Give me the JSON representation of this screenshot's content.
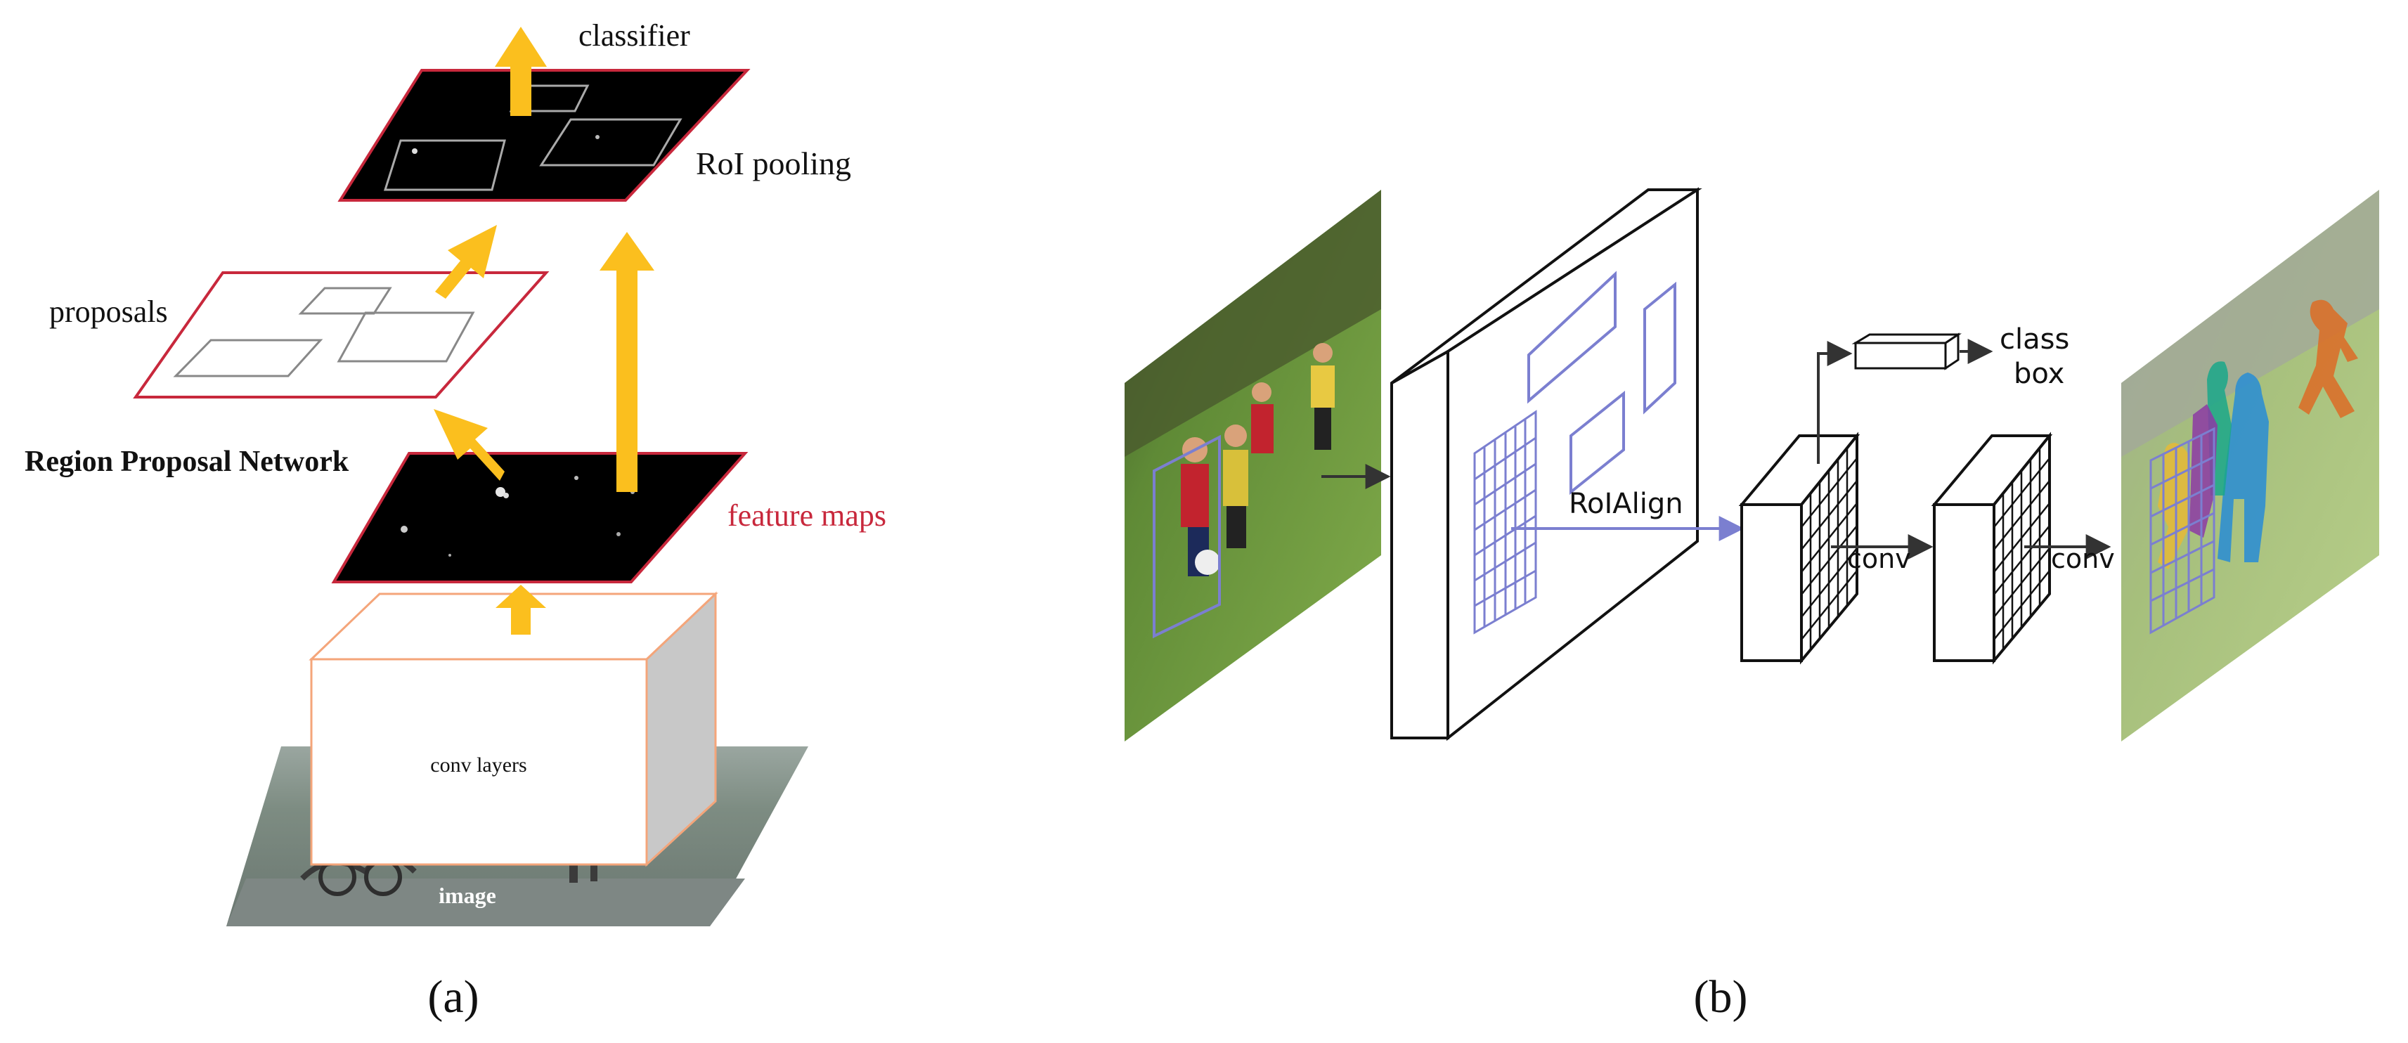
{
  "panel_a": {
    "caption": "(a)",
    "labels": {
      "classifier": "classifier",
      "roi_pooling": "RoI pooling",
      "proposals": "proposals",
      "rpn": "Region Proposal Network",
      "feature_maps": "feature maps",
      "conv_layers": "conv layers",
      "image": "image"
    }
  },
  "panel_b": {
    "caption": "(b)",
    "labels": {
      "roialign": "RoIAlign",
      "conv_1": "conv",
      "conv_2": "conv",
      "class": "class",
      "box": "box"
    }
  },
  "colors": {
    "arrow_yellow": "#fbbf1e",
    "feature_map_red": "#c8283c",
    "conv_block_orange": "#f4a57a",
    "roi_blue": "#7b7fd0",
    "field_green": "#6f9a3c"
  }
}
